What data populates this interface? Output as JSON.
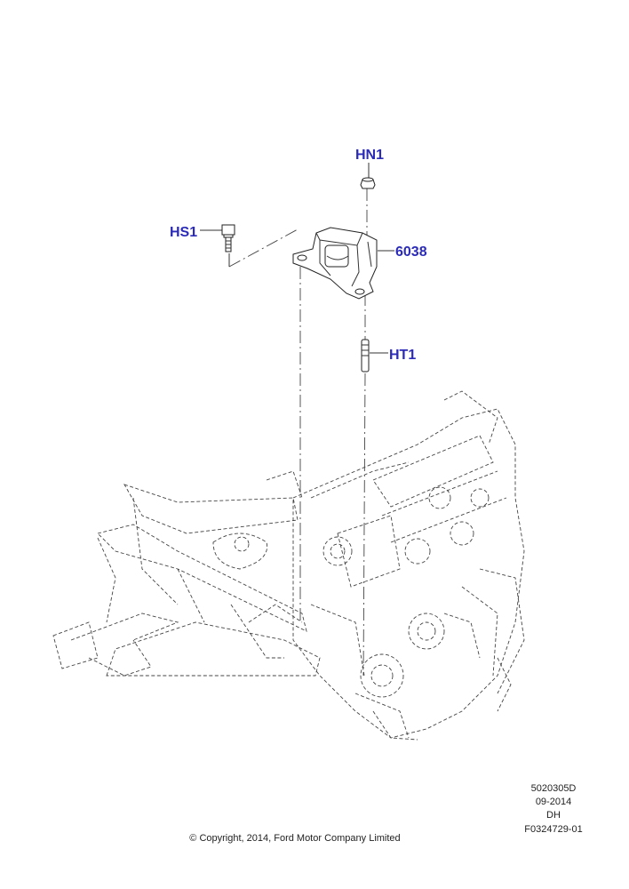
{
  "callouts": {
    "hn1": "HN1",
    "hs1": "HS1",
    "p6038": "6038",
    "ht1": "HT1"
  },
  "meta": {
    "code": "5020305D",
    "date": "09-2014",
    "initials": "DH",
    "figure": "F0324729-01",
    "copyright": "© Copyright, 2014, Ford Motor Company Limited"
  },
  "colors": {
    "callout": "#2b2bb8",
    "line": "#333333"
  }
}
